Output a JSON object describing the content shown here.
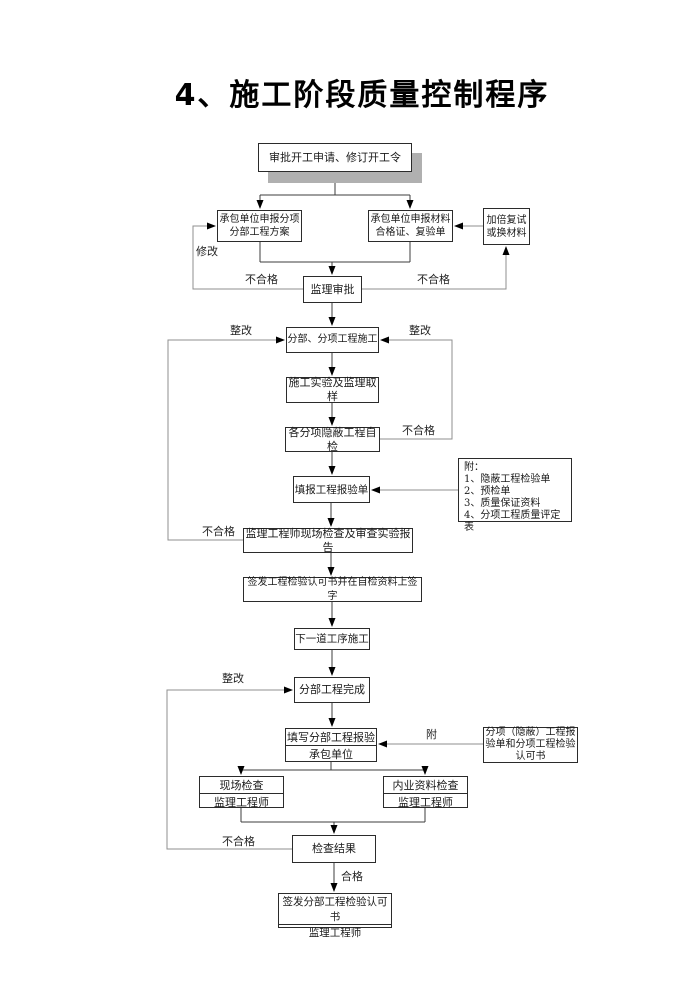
{
  "title": "4、施工阶段质量控制程序",
  "nodes": {
    "approve_start": "审批开工申请、修订开工令",
    "contractor_plan": "承包单位申报分项\n分部工程方案",
    "contractor_material": "承包单位申报材料\n合格证、复验单",
    "retest": "加倍复试\n或换材料",
    "supervisor_review": "监理审批",
    "construction": "分部、分项工程施工",
    "test_sampling": "施工实验及监理取样",
    "self_check": "各分项隐蔽工程自检",
    "fill_form": "填报工程报验单",
    "attachment_note": "附：\n1、隐蔽工程检验单\n2、预检单\n3、质量保证资料\n4、分项工程质量评定表",
    "site_inspection": "监理工程师现场检查及审查实验报告",
    "issue_cert": "签发工程检验认可书并在自检资料上签字",
    "next_process": "下一道工序施工",
    "division_complete": "分部工程完成",
    "division_report_top": "填写分部工程报验",
    "division_report_bottom": "承包单位",
    "attach_doc": "分项（隐蔽）工程报\n验单和分项工程检验\n认可书",
    "site_check_top": "现场检查",
    "site_check_bottom": "监理工程师",
    "doc_check_top": "内业资料检查",
    "doc_check_bottom": "监理工程师",
    "check_result": "检查结果",
    "final_cert_top": "签发分部工程检验认可书",
    "final_cert_bottom": "监理工程师"
  },
  "labels": {
    "modify": "修改",
    "fail_review_left": "不合格",
    "fail_review_right": "不合格",
    "rectify_left": "整改",
    "rectify_right": "整改",
    "fail_selfcheck": "不合格",
    "fail_inspection": "不合格",
    "rectify_division": "整改",
    "fail_result": "不合格",
    "attach": "附",
    "pass": "合格"
  },
  "colors": {
    "box_border": "#2b2b2b",
    "flow_line": "#3c3c3c",
    "loop_line": "#8f8f8f",
    "shadow": "#b0b0b0",
    "background": "#ffffff"
  }
}
